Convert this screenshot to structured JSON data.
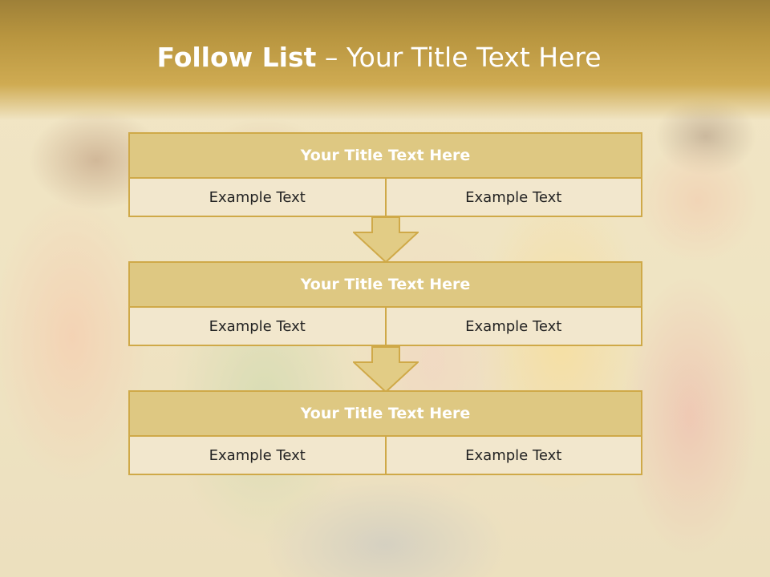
{
  "slide": {
    "title_bold": "Follow List",
    "title_rest": " – Your Title Text Here"
  },
  "blocks": [
    {
      "title": "Your Title Text Here",
      "left": "Example Text",
      "right": "Example Text"
    },
    {
      "title": "Your Title Text Here",
      "left": "Example Text",
      "right": "Example Text"
    },
    {
      "title": "Your Title Text Here",
      "left": "Example Text",
      "right": "Example Text"
    }
  ],
  "colors": {
    "accent": "#cfa948",
    "title_fill": "#dec882",
    "cell_fill": "#f2e7cd",
    "arrow_fill": "#e2cc85"
  },
  "icons": [
    "down-arrow-icon",
    "down-arrow-icon"
  ]
}
